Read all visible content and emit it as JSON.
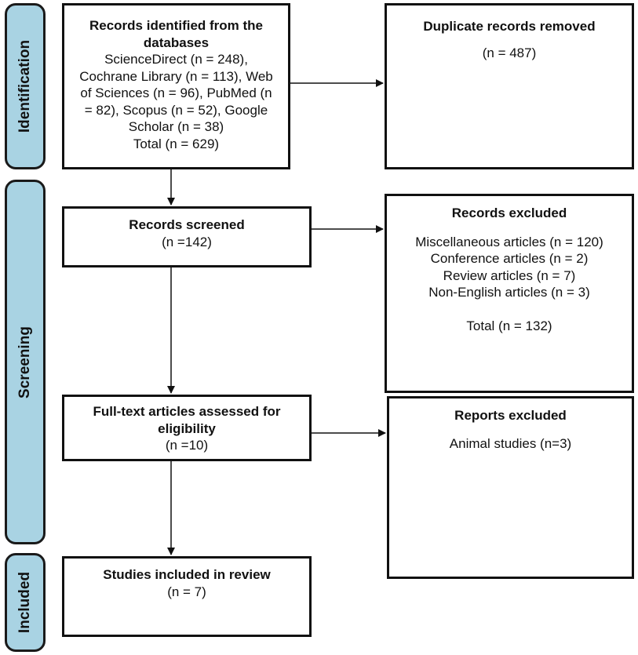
{
  "phases": {
    "identification": "Identification",
    "screening": "Screening",
    "included": "Included"
  },
  "identified": {
    "title_line1": "Records identified from the",
    "title_line2": "databases",
    "lines": [
      "ScienceDirect (n = 248),",
      "Cochrane Library (n = 113), Web",
      "of Sciences (n = 96), PubMed (n",
      "= 82), Scopus (n = 52), Google",
      "Scholar (n = 38)"
    ],
    "total": "Total (n = 629)"
  },
  "duplicates": {
    "title": "Duplicate records removed",
    "count": "(n = 487)"
  },
  "screened": {
    "title": "Records screened",
    "count": "(n =142)"
  },
  "excluded": {
    "title": "Records excluded",
    "items": [
      "Miscellaneous articles (n = 120)",
      "Conference articles (n = 2)",
      "Review articles (n = 7)",
      "Non-English articles (n = 3)"
    ],
    "total": "Total (n = 132)"
  },
  "fulltext": {
    "title_line1": "Full-text articles assessed for",
    "title_line2": "eligibility",
    "count": "(n =10)"
  },
  "reports_excluded": {
    "title": "Reports excluded",
    "item": "Animal studies (n=3)"
  },
  "included": {
    "title": "Studies included in review",
    "count": "(n = 7)"
  }
}
